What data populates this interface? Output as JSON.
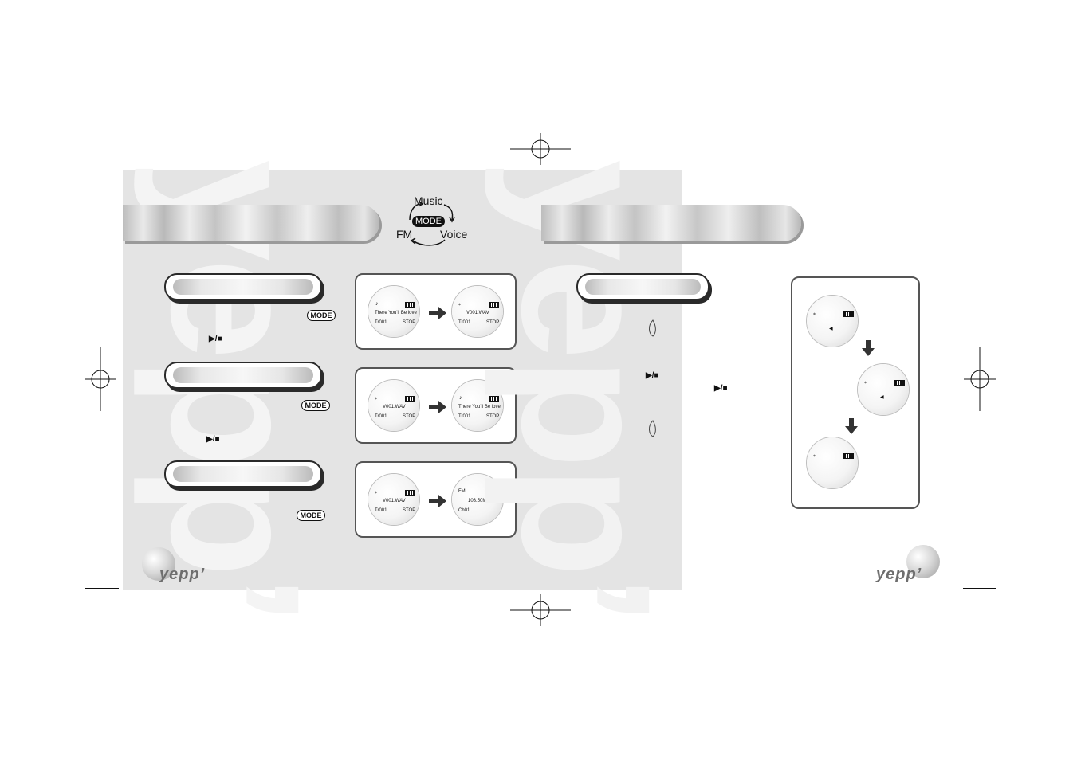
{
  "mode_diagram": {
    "top": "Music",
    "center": "MODE",
    "left": "FM",
    "right": "Voice"
  },
  "buttons": {
    "mode_label": "MODE",
    "play_stop": "▶/■"
  },
  "screens": {
    "music": {
      "line1": "There You'll Be love",
      "track": "Tr001",
      "status": "STOP"
    },
    "voice": {
      "line1": "V001.WAV",
      "track": "Tr001",
      "status": "STOP"
    },
    "fm": {
      "band": "FM",
      "freq": "103.50MHz",
      "channel": "Ch01"
    }
  },
  "logo": {
    "text": "yepp’"
  },
  "colors": {
    "panel": "#e4e4e4",
    "watermark": "#f4f4f4",
    "ink": "#111111"
  },
  "icons": [
    "note-icon",
    "mic-icon",
    "battery-icon",
    "speaker-icon",
    "right-arrow-icon",
    "down-arrow-icon",
    "registration-mark-icon",
    "leaf-icon"
  ]
}
